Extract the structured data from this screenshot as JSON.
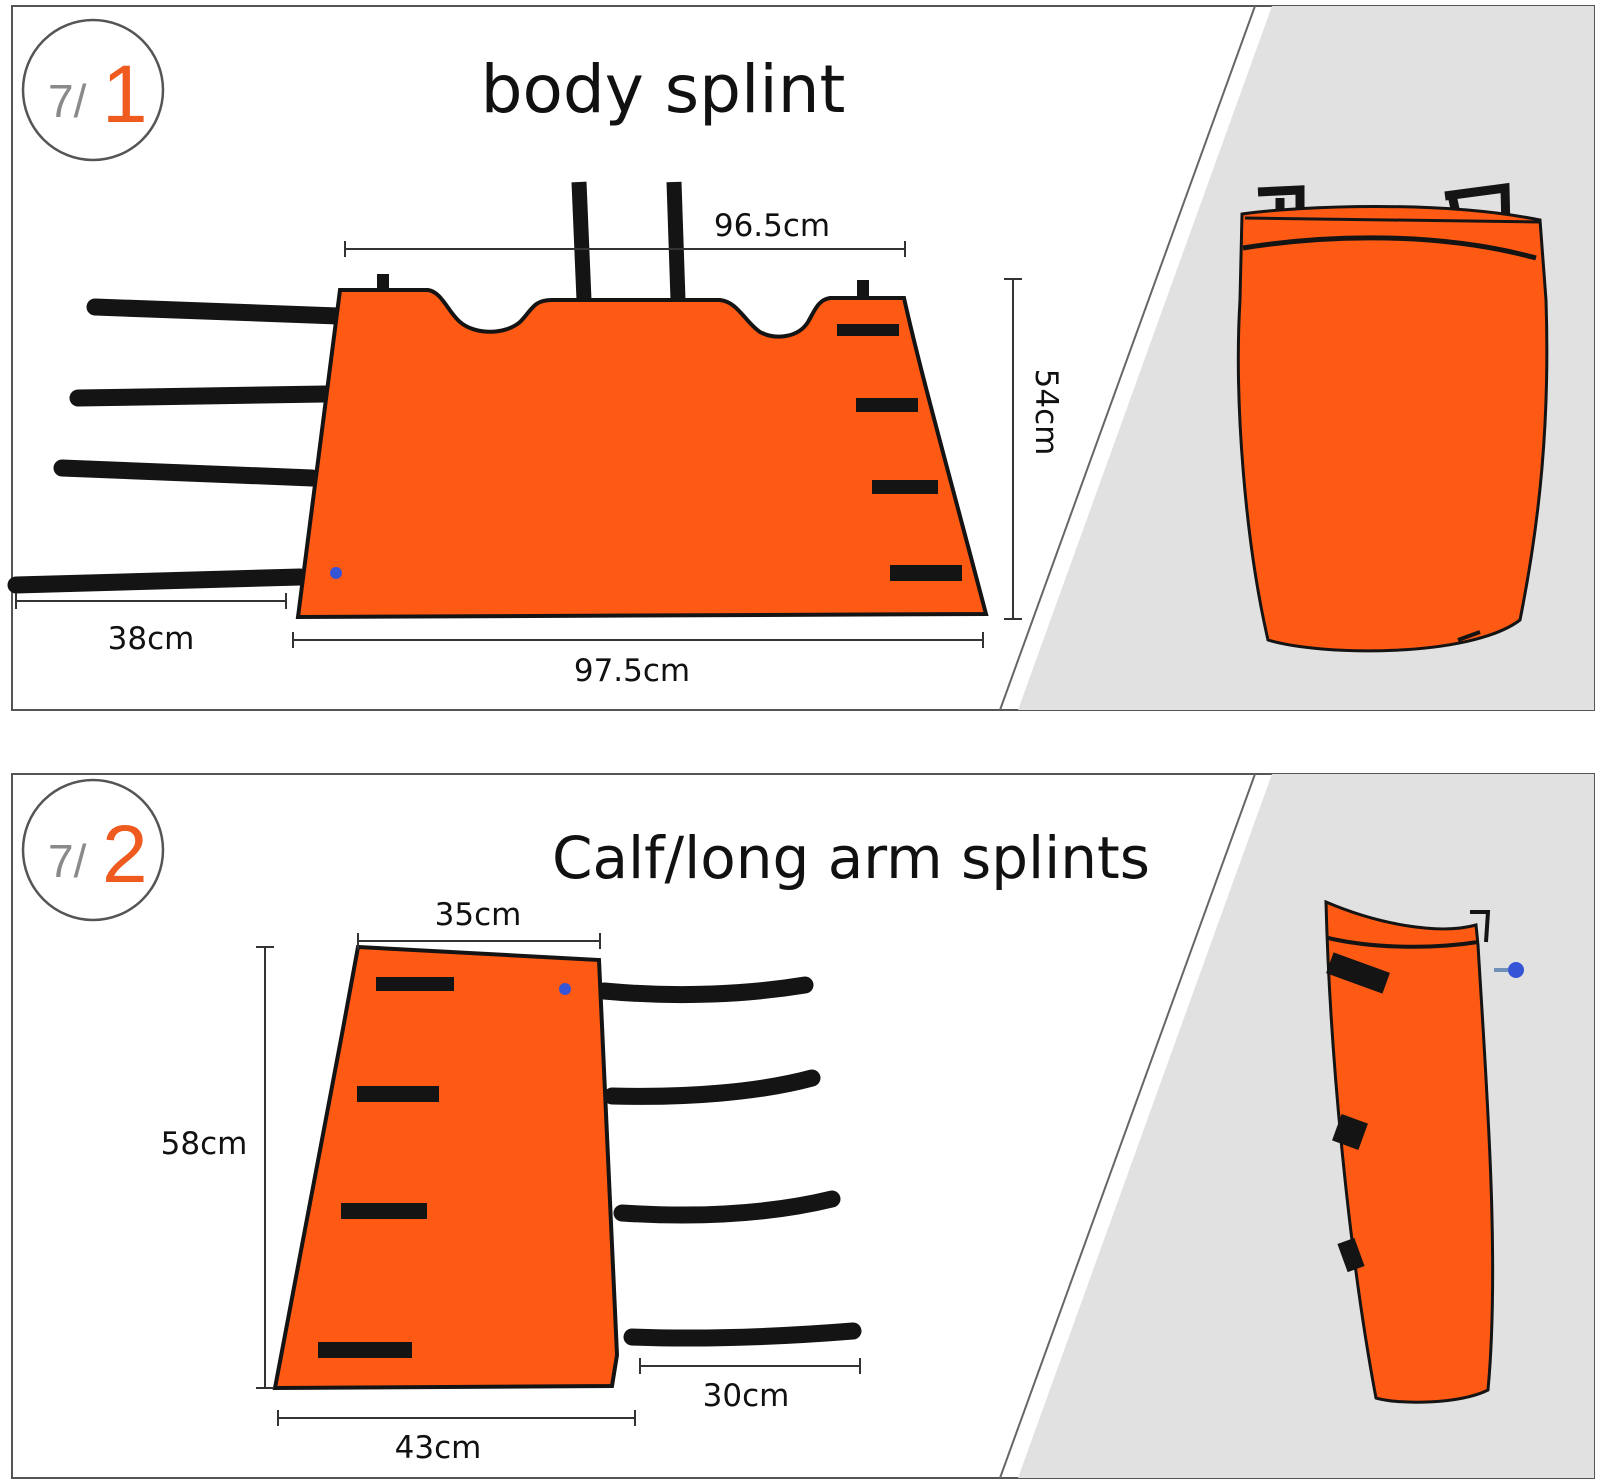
{
  "panels": [
    {
      "badge_prefix": "7/",
      "badge_number": "1",
      "title": "body splint",
      "dimensions": {
        "top_width": "96.5cm",
        "height": "54cm",
        "strap_length": "38cm",
        "bottom_width": "97.5cm"
      }
    },
    {
      "badge_prefix": "7/",
      "badge_number": "2",
      "title": "Calf/long arm splints",
      "dimensions": {
        "top_width": "35cm",
        "height": "58cm",
        "bottom_width": "43cm",
        "strap_length": "30cm"
      }
    }
  ],
  "colors": {
    "splint_orange": "#ff5a14",
    "strap_black": "#141414",
    "badge_orange": "#ef5a1e",
    "badge_gray": "#8a8a8a",
    "side_panel_gray": "#e1e1e1"
  }
}
